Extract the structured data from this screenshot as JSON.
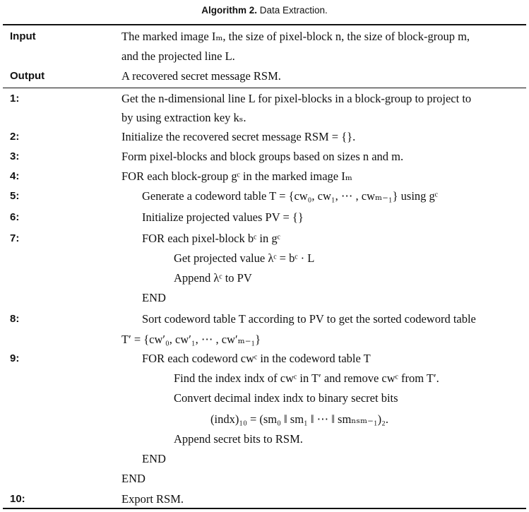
{
  "caption": {
    "label": "Algorithm 2.",
    "text": "Data Extraction."
  },
  "header": {
    "input_label": "Input",
    "input_line1": "The marked image  Iₘ, the size of pixel-block  n, the size of block-group  m,",
    "input_line2": "and the projected line  L.",
    "output_label": "Output",
    "output_line1": "A recovered secret message  RSM."
  },
  "steps": [
    {
      "num": "1:",
      "indent": 0,
      "lines": [
        "Get the n-dimensional line  L  for pixel-blocks in a block-group to project to",
        "by using extraction key  kₛ."
      ]
    },
    {
      "num": "2:",
      "indent": 0,
      "lines": [
        "Initialize the recovered secret message  RSM = {}."
      ]
    },
    {
      "num": "3:",
      "indent": 0,
      "lines": [
        "Form pixel-blocks and block groups based on sizes  n  and  m."
      ]
    },
    {
      "num": "4:",
      "indent": 0,
      "lines": [
        "FOR each block-group  gᶜ  in the marked image  Iₘ"
      ]
    },
    {
      "num": "5:",
      "indent": 1,
      "lines": [
        "Generate a codeword table  T = {cw₀, cw₁, ⋯ , cwₘ₋₁}  using  gᶜ"
      ]
    },
    {
      "num": "6:",
      "indent": 1,
      "lines": [
        "Initialize projected values PV = {}"
      ]
    },
    {
      "num": "7:",
      "indent": 1,
      "lines": [
        "FOR each pixel-block  bᶜ  in  gᶜ"
      ]
    },
    {
      "num": "",
      "indent": 2,
      "lines": [
        "Get projected value  λᶜ =  bᶜ · L"
      ]
    },
    {
      "num": "",
      "indent": 2,
      "lines": [
        "Append  λᶜ  to PV"
      ]
    },
    {
      "num": "",
      "indent": 1,
      "lines": [
        "END"
      ]
    },
    {
      "num": "8:",
      "indent": 1,
      "lines": [
        "Sort codeword table T according to PV to get the sorted codeword table"
      ]
    },
    {
      "num": "",
      "indent": 0,
      "lines": [
        "T′ = {cw′₀, cw′₁, ⋯ , cw′ₘ₋₁}"
      ]
    },
    {
      "num": "9:",
      "indent": 1,
      "lines": [
        "FOR each codeword  cwᶜ  in the codeword table  T"
      ]
    },
    {
      "num": "",
      "indent": 2,
      "lines": [
        "Find the index  indx  of  cwᶜ  in  T′  and remove  cwᶜ  from  T′."
      ]
    },
    {
      "num": "",
      "indent": 2,
      "lines": [
        "Convert decimal index  indx    to binary secret bits"
      ]
    },
    {
      "num": "",
      "indent": 3,
      "lines": [
        "(indx)₁₀ = (sm₀ ‖  sm₁ ‖  ⋯ ‖  smₙₛₘ₋₁)₂."
      ]
    },
    {
      "num": "",
      "indent": 2,
      "lines": [
        "Append secret bits to  RSM."
      ]
    },
    {
      "num": "",
      "indent": 1,
      "lines": [
        "END"
      ]
    },
    {
      "num": "",
      "indent": 0,
      "lines": [
        "END"
      ]
    },
    {
      "num": "10:",
      "indent": 0,
      "lines": [
        "Export  RSM."
      ]
    }
  ]
}
